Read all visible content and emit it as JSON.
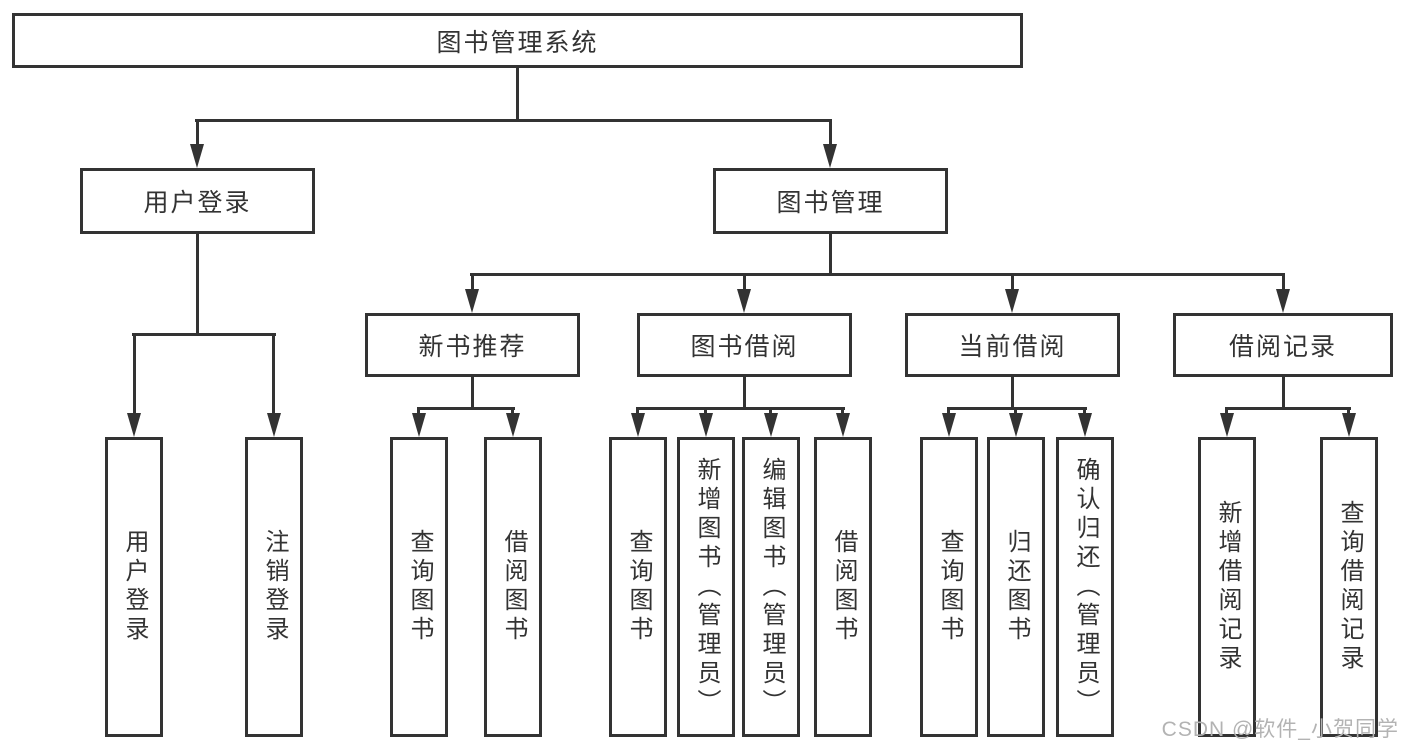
{
  "diagram": {
    "root": {
      "label": "图书管理系统"
    },
    "level2": [
      "用户登录",
      "图书管理"
    ],
    "level3": [
      "新书推荐",
      "图书借阅",
      "当前借阅",
      "借阅记录"
    ],
    "leaves": {
      "user_login": [
        "用户登录",
        "注销登录"
      ],
      "new_book": [
        "查询图书",
        "借阅图书"
      ],
      "book_borrow": [
        "查询图书",
        "新增图书（管理员）",
        "编辑图书（管理员）",
        "借阅图书"
      ],
      "current_borrow": [
        "查询图书",
        "归还图书",
        "确认归还（管理员）"
      ],
      "borrow_records": [
        "新增借阅记录",
        "查询借阅记录"
      ]
    }
  },
  "watermark": {
    "text": "CSDN @软件_小贺同学"
  },
  "colors": {
    "line": "#333333",
    "text": "#333333",
    "watermark": "#b3b3b3",
    "background": "#ffffff"
  }
}
